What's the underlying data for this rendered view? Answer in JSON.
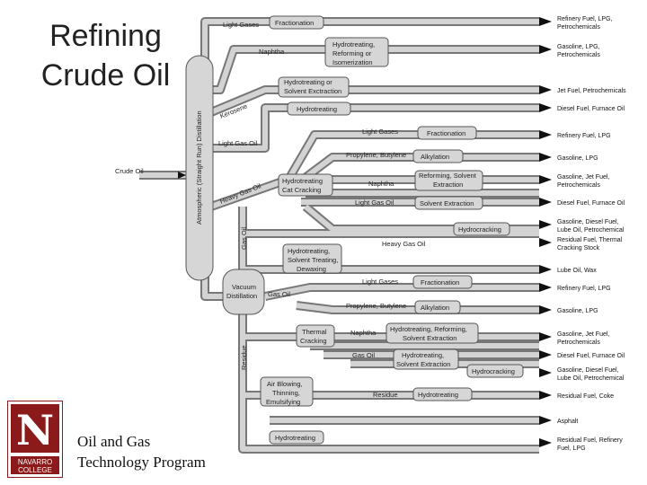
{
  "title": [
    "Refining",
    "Crude Oil"
  ],
  "footer": [
    "Oil and Gas",
    "Technology Program"
  ],
  "logo": {
    "letter": "N",
    "line1": "NAVARRO",
    "line2": "COLLEGE",
    "color": "#8b1a1a"
  },
  "labels": {
    "crude_oil": "Crude Oil",
    "column": "Atmospheric (Straight Run) Distillation",
    "light_gases": "Light Gases",
    "fractionation": "Fractionation",
    "naphtha": "Naphtha",
    "hydro_reform": [
      "Hydrotreating,",
      "Reforming or",
      "Isomerization"
    ],
    "hydro_solvent": [
      "Hydrotreating or",
      "Solvent Exctraction"
    ],
    "kerosene": "Kerosene",
    "hydrotreating": "Hydrotreating",
    "light_gas_oil": "Light Gas Oil",
    "light_gases_2": "Light Gases",
    "fractionation_2": "Fractionation",
    "propylene_butylene": "Propylene, Butylene",
    "alkylation": "Alkylation",
    "heavy_gas_oil": "Heavy Gas Oil",
    "hydro_cat": [
      "Hydrotreating",
      "Cat Cracking"
    ],
    "naphtha_2": "Naphtha",
    "reform_solvent": [
      "Reforming, Solvent",
      "Extraction"
    ],
    "light_gas_oil_2": "Light Gas Oil",
    "solvent_extraction": "Solvent Extraction",
    "hydrocracking": "Hydrocracking",
    "heavy_gas_oil_2": "Heavy Gas Oil",
    "gas_oil_vertical": "Gas Oil",
    "hydro_dewax": [
      "Hydrotreating,",
      "Solvent Treating,",
      "Dewaxing"
    ],
    "vacuum": [
      "Vacuum",
      "Distillation"
    ],
    "gas_oil": "Gas Oil",
    "light_gases_3": "Light Gases",
    "fractionation_3": "Fractionation",
    "propylene_butylene_2": "Propylene, Butylene",
    "alkylation_2": "Alkylation",
    "residue_vertical": "Residue",
    "thermal": [
      "Thermal",
      "Cracking"
    ],
    "naphtha_3": "Naphtha",
    "hydro_reform_2": [
      "Hydrotreating, Reforming,",
      "Solvent Extraction"
    ],
    "gas_oil_2": "Gas Oil",
    "hydro_solvent_2": [
      "Hydrotreating,",
      "Solvent Extraction"
    ],
    "hydrocracking_2": "Hydrocracking",
    "air_blowing": [
      "Air Blowing,",
      "Thinning,",
      "Emulsifying"
    ],
    "residue": "Residue",
    "hydrotreating_2": "Hydrotreating",
    "hydrotreating_3": "Hydrotreating"
  },
  "products": [
    [
      "Refinery Fuel, LPG,",
      "Petrochemicals"
    ],
    [
      "Gasoline, LPG,",
      "Petrochemicals"
    ],
    [
      "Jet Fuel, Petrochemicals"
    ],
    [
      "Diesel Fuel, Furnace Oil"
    ],
    [
      "Refinery Fuel, LPG"
    ],
    [
      "Gasoline, LPG"
    ],
    [
      "Gasoline, Jet Fuel,",
      "Petrochemicals"
    ],
    [
      "Diesel Fuel, Furnace Oil"
    ],
    [
      "Gasoline, Diesel Fuel,",
      "Lube Oil, Petrochemical"
    ],
    [
      "Residual Fuel, Thermal",
      "Cracking Stock"
    ],
    [
      "Lube Oil, Wax"
    ],
    [
      "Refinery Fuel, LPG"
    ],
    [
      "Gasoline, LPG"
    ],
    [
      "Gasoline, Jet Fuel,",
      "Petrochemicals"
    ],
    [
      "Diesel Fuel, Furnace Oil"
    ],
    [
      "Gasoline, Diesel Fuel,",
      "Lube Oil, Petrochemical"
    ],
    [
      "Residual Fuel, Coke"
    ],
    [
      "Asphalt"
    ],
    [
      "Residual Fuel, Refinery",
      "Fuel, LPG"
    ]
  ]
}
